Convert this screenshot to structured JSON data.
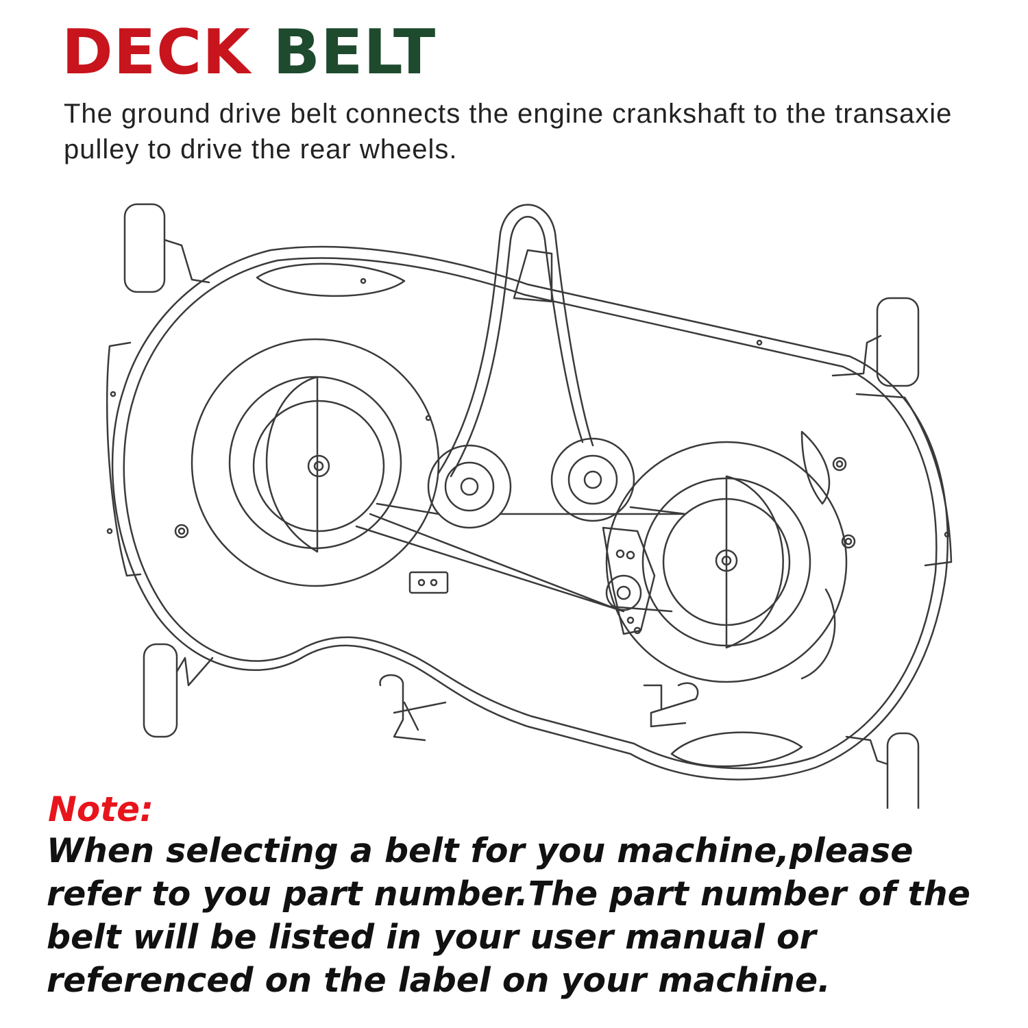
{
  "header": {
    "title_word_1": "DECK",
    "title_word_2": "BELT",
    "description": "The ground drive belt connects the engine crankshaft to the transaxie pulley to drive the rear wheels."
  },
  "note": {
    "label": "Note:",
    "text": "When selecting a belt for you machine,please refer to you part number.The part number of the belt will be listed in your user manual or referenced on the label on your machine."
  },
  "colors": {
    "title_word_1": "#c8141c",
    "title_word_2": "#1e4a2e",
    "note_label": "#e8141c"
  }
}
